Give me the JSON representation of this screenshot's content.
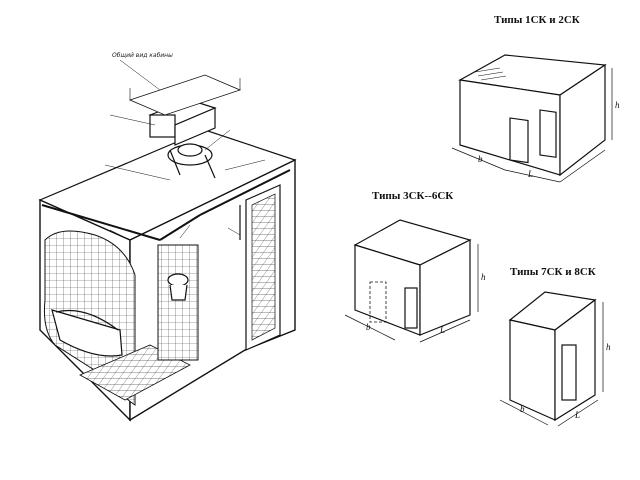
{
  "labels": {
    "general_view": "Общий вид кабины",
    "types_1_2": "Типы 1СК и 2СК",
    "types_3_6": "Типы 3СК--6СК",
    "types_7_8": "Типы 7СК и 8СК"
  },
  "dimensions": {
    "b": "b",
    "L": "L",
    "h": "h"
  }
}
